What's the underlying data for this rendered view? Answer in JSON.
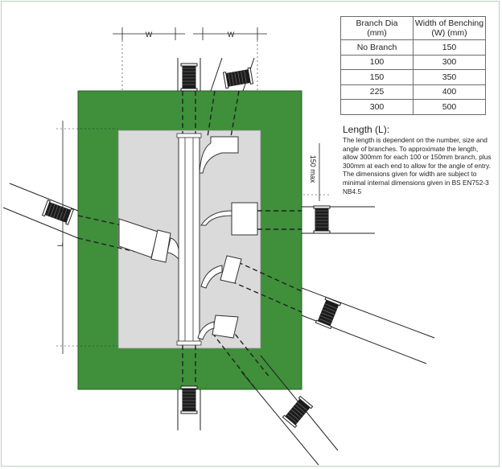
{
  "table": {
    "headers": [
      "Branch Dia\n(mm)",
      "Width of Benching\n(W) (mm)"
    ],
    "rows": [
      [
        "No Branch",
        "150"
      ],
      [
        "100",
        "300"
      ],
      [
        "150",
        "350"
      ],
      [
        "225",
        "400"
      ],
      [
        "300",
        "500"
      ]
    ]
  },
  "notes": {
    "title": "Length (L):",
    "body": "The length is dependent on the number, size and angle of branches. To approximate the length, allow 300mm for each 100 or 150mm branch, plus 300mm at each end to allow for the angle of entry. The dimensions given for width are subject to minimal internal dimensions given in BS EN752-3 NB4.5"
  },
  "labels": {
    "w_left": "W",
    "w_right": "W",
    "length": "L",
    "max_dim": "150 max"
  },
  "colors": {
    "chamber": "#3f8f3b",
    "benching": "#dadada",
    "coupling": "#1c1c1c",
    "pipe_line": "#222222"
  }
}
